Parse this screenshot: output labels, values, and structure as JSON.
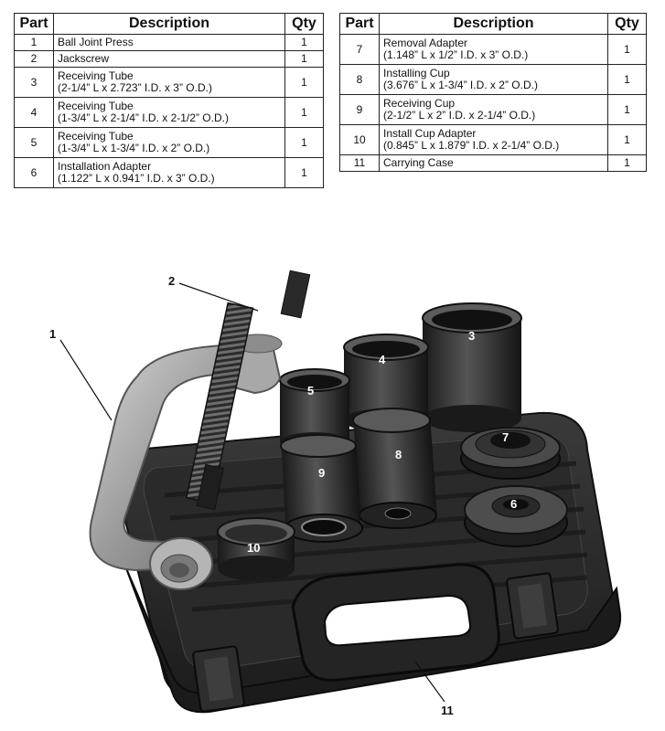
{
  "table_left": {
    "headers": {
      "part": "Part",
      "description": "Description",
      "qty": "Qty"
    },
    "rows": [
      {
        "part": "1",
        "line1": "Ball Joint Press",
        "line2": "",
        "qty": "1"
      },
      {
        "part": "2",
        "line1": "Jackscrew",
        "line2": "",
        "qty": "1"
      },
      {
        "part": "3",
        "line1": "Receiving Tube",
        "line2": "(2-1/4” L x 2.723” I.D. x 3” O.D.)",
        "qty": "1"
      },
      {
        "part": "4",
        "line1": "Receiving Tube",
        "line2": "(1-3/4” L x 2-1/4” I.D. x 2-1/2” O.D.)",
        "qty": "1"
      },
      {
        "part": "5",
        "line1": "Receiving Tube",
        "line2": "(1-3/4” L x 1-3/4” I.D. x 2” O.D.)",
        "qty": "1"
      },
      {
        "part": "6",
        "line1": "Installation Adapter",
        "line2": "(1.122” L x 0.941” I.D. x 3” O.D.)",
        "qty": "1"
      }
    ]
  },
  "table_right": {
    "headers": {
      "part": "Part",
      "description": "Description",
      "qty": "Qty"
    },
    "rows": [
      {
        "part": "7",
        "line1": "Removal Adapter",
        "line2": "(1.148” L x 1/2” I.D. x 3” O.D.)",
        "qty": "1"
      },
      {
        "part": "8",
        "line1": "Installing Cup",
        "line2": "(3.676” L x 1-3/4” I.D. x 2” O.D.)",
        "qty": "1"
      },
      {
        "part": "9",
        "line1": "Receiving Cup",
        "line2": "(2-1/2” L x 2” I.D. x 2-1/4” O.D.)",
        "qty": "1"
      },
      {
        "part": "10",
        "line1": "Install Cup Adapter",
        "line2": "(0.845” L x 1.879” I.D. x 2-1/4” O.D.)",
        "qty": "1"
      },
      {
        "part": "11",
        "line1": "Carrying Case",
        "line2": "",
        "qty": "1"
      }
    ]
  },
  "callouts": [
    "1",
    "2",
    "3",
    "4",
    "5",
    "6",
    "7",
    "8",
    "9",
    "10",
    "11"
  ]
}
